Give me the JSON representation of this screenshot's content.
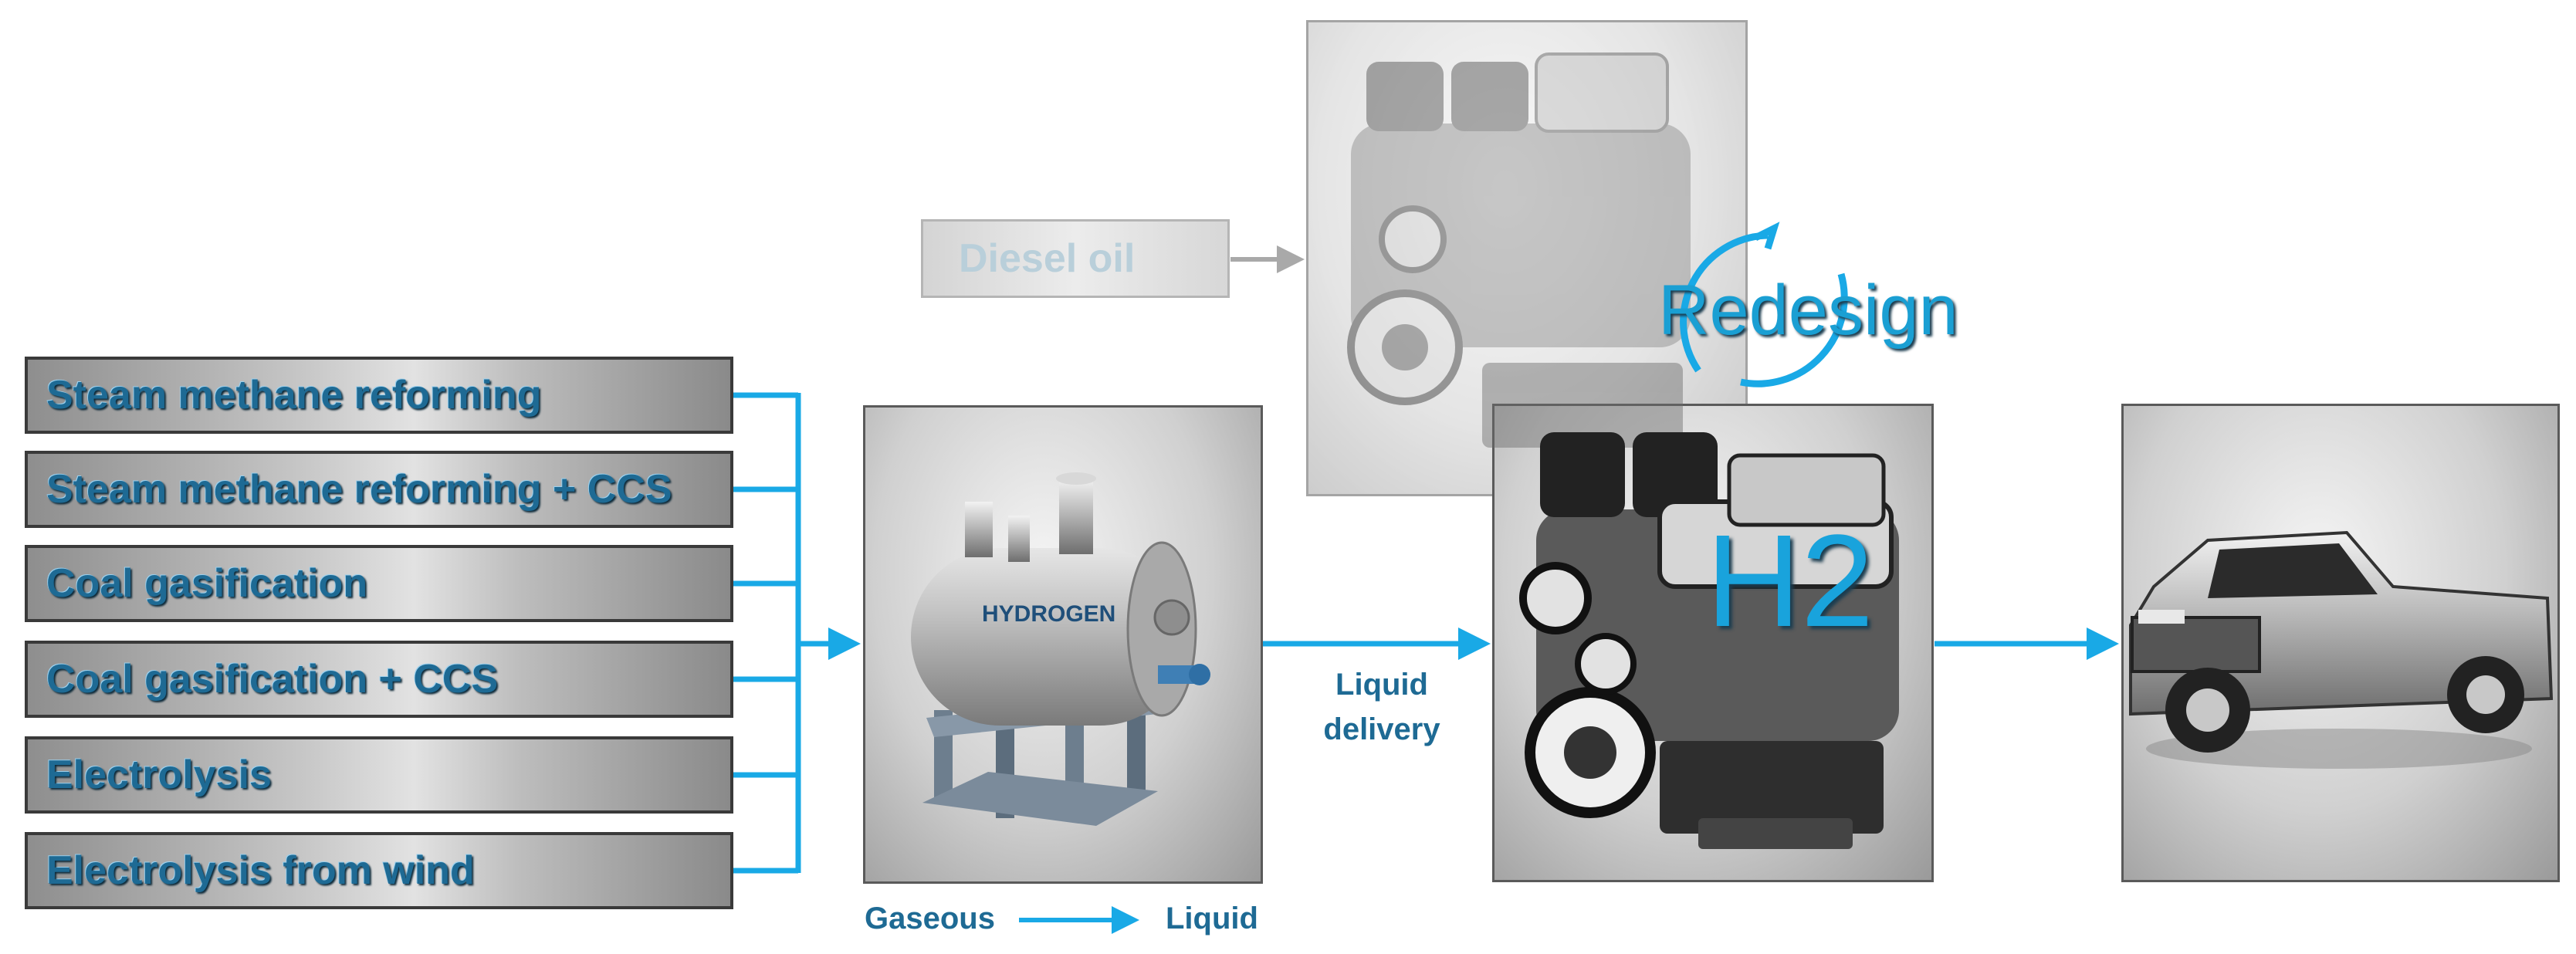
{
  "production_pathways": [
    {
      "label": "Steam methane reforming"
    },
    {
      "label": "Steam methane reforming + CCS"
    },
    {
      "label": "Coal gasification"
    },
    {
      "label": "Coal gasification + CCS"
    },
    {
      "label": "Electrolysis"
    },
    {
      "label": "Electrolysis from wind"
    }
  ],
  "storage": {
    "tank_label": "HYDROGEN",
    "state_from": "Gaseous",
    "state_to": "Liquid"
  },
  "delivery_label": "Liquid\ndelivery",
  "legacy_fuel": {
    "label": "Diesel oil"
  },
  "engine": {
    "redesign_label": "Redesign",
    "fuel_label": "H2"
  },
  "colors": {
    "accent_arrow": "#19a9e6",
    "label_text": "#1e6a94",
    "muted_arrow": "#a9a9a9"
  },
  "icons": {
    "tank": "hydrogen-tank-icon",
    "engine": "engine-icon",
    "vehicle": "pickup-truck-icon",
    "cycle": "redesign-cycle-icon"
  }
}
